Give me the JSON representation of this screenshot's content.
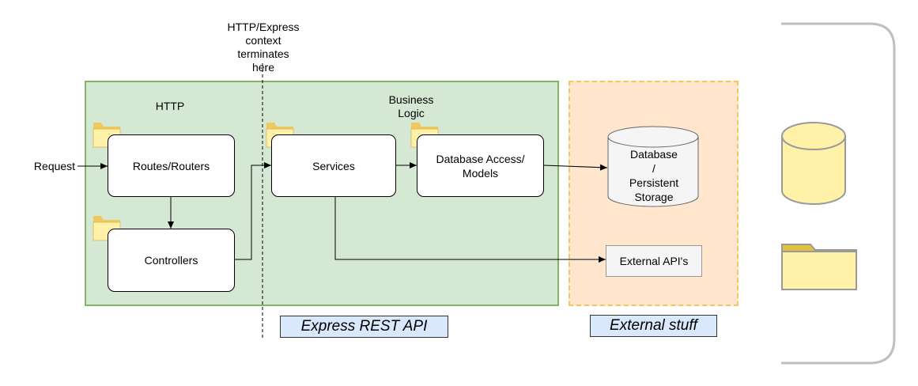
{
  "labels": {
    "context_note": [
      "HTTP/Express",
      "context",
      "terminates",
      "here"
    ],
    "http": "HTTP",
    "business_logic": [
      "Business",
      "Logic"
    ],
    "request": "Request"
  },
  "boxes": {
    "routes": "Routes/Routers",
    "controllers": "Controllers",
    "services": "Services",
    "db_access": [
      "Database Access/",
      "Models"
    ],
    "external_apis": "External API's"
  },
  "database": [
    "Database",
    "/",
    "Persistent",
    "Storage"
  ],
  "captions": {
    "api": "Express REST API",
    "external": "External stuff"
  },
  "colors": {
    "api_zone_fill": "#d5e8d4",
    "api_zone_border": "#82b366",
    "external_zone_fill": "#ffe6cc",
    "external_zone_border": "#f0c860",
    "folder_fill": "#fff2a8",
    "folder_tab": "#f0c860",
    "caption_fill": "#dae8fc"
  },
  "icons": [
    "folder-icon",
    "cylinder-icon"
  ]
}
